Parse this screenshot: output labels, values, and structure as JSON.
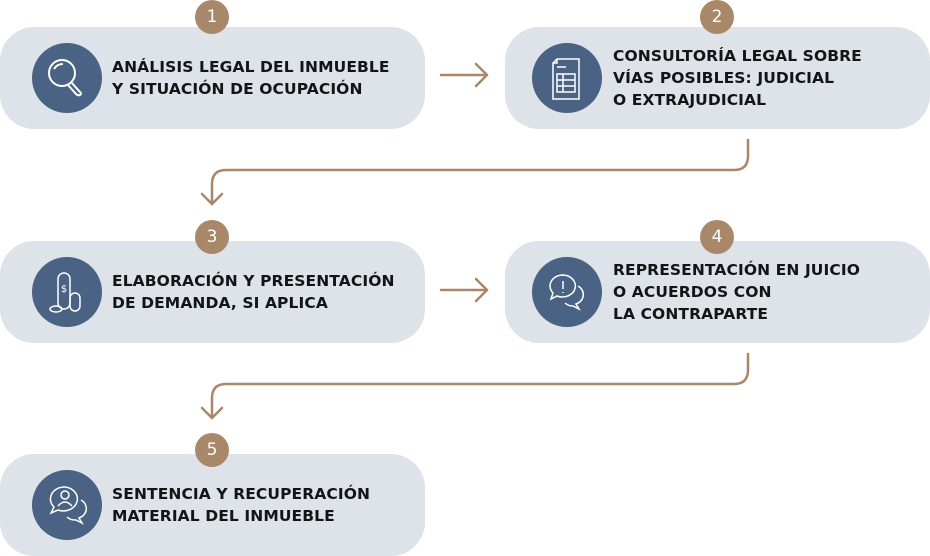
{
  "colors": {
    "box": "#dde3e9",
    "icon_bg": "#4a6283",
    "accent": "#a88868",
    "text": "#141414"
  },
  "steps": [
    {
      "number": "1",
      "icon": "magnifier-icon",
      "lines": [
        "ANÁLISIS LEGAL DEL INMUEBLE",
        "Y SITUACIÓN DE OCUPACIÓN"
      ]
    },
    {
      "number": "2",
      "icon": "document-icon",
      "lines": [
        "CONSULTORÍA LEGAL SOBRE",
        "VÍAS POSIBLES: JUDICIAL",
        "O EXTRAJUDICIAL"
      ]
    },
    {
      "number": "3",
      "icon": "coins-icon",
      "lines": [
        "ELABORACIÓN Y PRESENTACIÓN",
        "DE DEMANDA, SI APLICA"
      ]
    },
    {
      "number": "4",
      "icon": "chat-alert-icon",
      "lines": [
        "REPRESENTACIÓN EN JUICIO",
        "O ACUERDOS CON",
        "LA CONTRAPARTE"
      ]
    },
    {
      "number": "5",
      "icon": "chat-user-icon",
      "lines": [
        "SENTENCIA Y RECUPERACIÓN",
        "MATERIAL DEL INMUEBLE"
      ]
    }
  ]
}
